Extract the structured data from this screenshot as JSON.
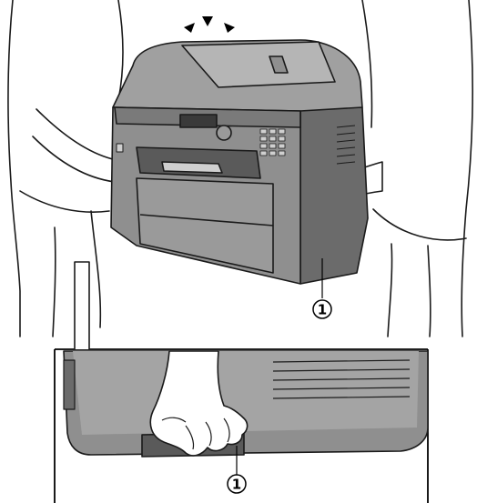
{
  "callouts": [
    {
      "id": "handle-top",
      "label": "1"
    },
    {
      "id": "handle-detail",
      "label": "1"
    }
  ],
  "colors": {
    "line": "#1a1a1a",
    "printer_body": "#8f8f8f",
    "printer_dark": "#6b6b6b",
    "printer_light": "#b5b5b5",
    "panel_dark": "#3a3a3a",
    "skin": "#ffffff"
  }
}
